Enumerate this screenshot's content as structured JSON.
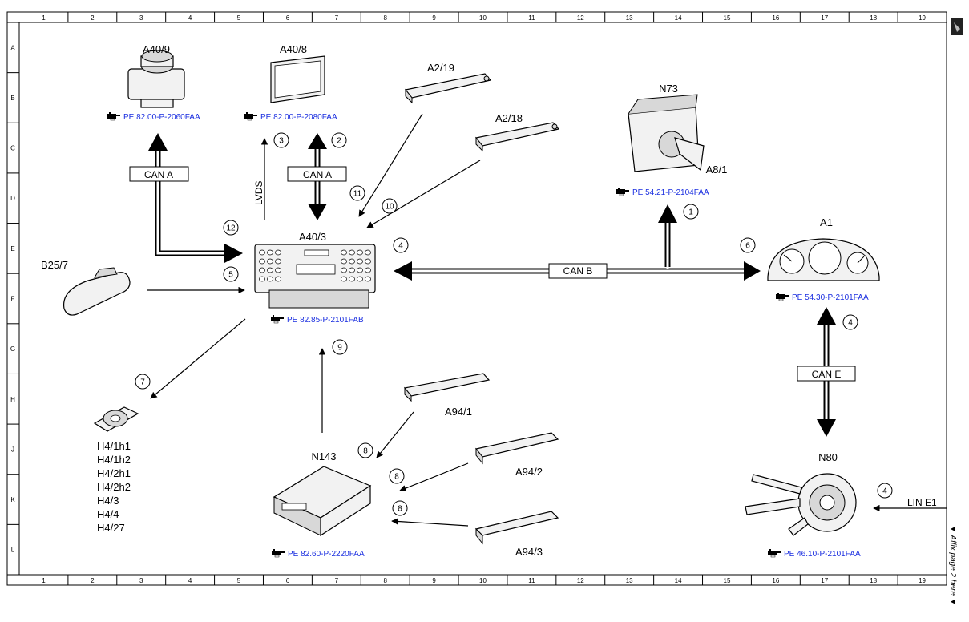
{
  "grid": {
    "columns": [
      "1",
      "2",
      "3",
      "4",
      "5",
      "6",
      "7",
      "8",
      "9",
      "10",
      "11",
      "12",
      "13",
      "14",
      "15",
      "16",
      "17",
      "18",
      "19"
    ],
    "rows": [
      "A",
      "B",
      "C",
      "D",
      "E",
      "F",
      "G",
      "H",
      "J",
      "K",
      "L"
    ]
  },
  "components": {
    "a40_9": {
      "label": "A40/9",
      "ref": "PE 82.00-P-2060FAA"
    },
    "a40_8": {
      "label": "A40/8",
      "ref": "PE 82.00-P-2080FAA"
    },
    "a2_19": {
      "label": "A2/19"
    },
    "a2_18": {
      "label": "A2/18"
    },
    "n73": {
      "label": "N73",
      "label2": "A8/1",
      "ref": "PE 54.21-P-2104FAA"
    },
    "a1": {
      "label": "A1",
      "ref": "PE 54.30-P-2101FAA"
    },
    "a40_3": {
      "label": "A40/3",
      "ref": "PE 82.85-P-2101FAB"
    },
    "b25_7": {
      "label": "B25/7"
    },
    "h4": {
      "labels": [
        "H4/1h1",
        "H4/1h2",
        "H4/2h1",
        "H4/2h2",
        "H4/3",
        "H4/4",
        "H4/27"
      ]
    },
    "a94_1": {
      "label": "A94/1"
    },
    "a94_2": {
      "label": "A94/2"
    },
    "a94_3": {
      "label": "A94/3"
    },
    "n143": {
      "label": "N143",
      "ref": "PE 82.60-P-2220FAA"
    },
    "n80": {
      "label": "N80",
      "ref": "PE 46.10-P-2101FAA"
    }
  },
  "buses": {
    "can_a_left": "CAN A",
    "can_a_mid": "CAN A",
    "can_b": "CAN B",
    "can_e": "CAN E",
    "lvds": "LVDS",
    "lin": "LIN E1"
  },
  "connections": {
    "c1": "1",
    "c2": "2",
    "c3": "3",
    "c4_left": "4",
    "c4_right": "4",
    "c4_lin": "4",
    "c5": "5",
    "c6": "6",
    "c7": "7",
    "c8_a": "8",
    "c8_b": "8",
    "c8_c": "8",
    "c9": "9",
    "c10": "10",
    "c11": "11",
    "c12": "12"
  },
  "side_note": "▼ Affix page 2 here ▼",
  "icons": {
    "ref_pointer": "hand-pointer-icon"
  }
}
